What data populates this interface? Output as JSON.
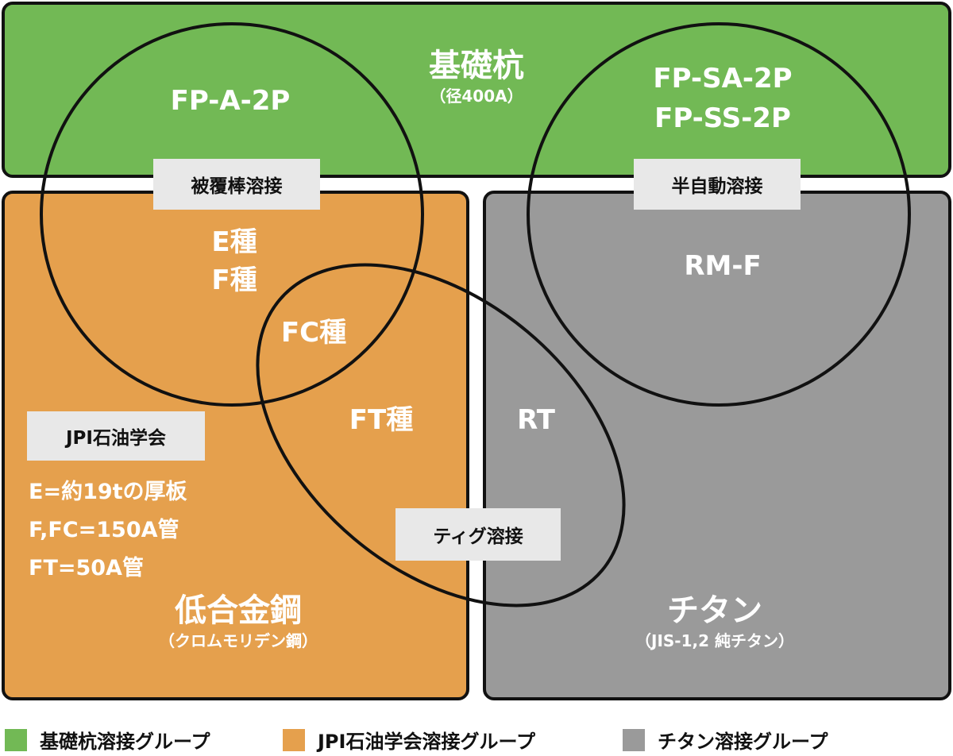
{
  "green": {
    "color": "#72b955",
    "title": "基礎杭",
    "subtitle": "（径400A）",
    "left_label": "FP-A-2P",
    "right_label_1": "FP-SA-2P",
    "right_label_2": "FP-SS-2P"
  },
  "orange": {
    "color": "#e5a04d",
    "title": "低合金鋼",
    "subtitle": "（クロムモリデン鋼）",
    "circle_labels": [
      "E種",
      "F種"
    ],
    "fc_label": "FC種",
    "ft_label": "FT種",
    "tag": "JPI石油学会",
    "notes": [
      "E=約19tの厚板",
      "F,FC=150A管",
      "FT=50A管"
    ]
  },
  "gray": {
    "color": "#9a9a9a",
    "title": "チタン",
    "subtitle": "（JIS-1,2 純チタン）",
    "rm_label": "RM-F",
    "rt_label": "RT"
  },
  "tags": {
    "covered_rod": "被覆棒溶接",
    "semi_auto": "半自動溶接",
    "tig": "ティグ溶接"
  },
  "legend": [
    {
      "label": "基礎杭溶接グループ",
      "color": "#72b955"
    },
    {
      "label": "JPI石油学会溶接グループ",
      "color": "#e5a04d"
    },
    {
      "label": "チタン溶接グループ",
      "color": "#9a9a9a"
    }
  ]
}
